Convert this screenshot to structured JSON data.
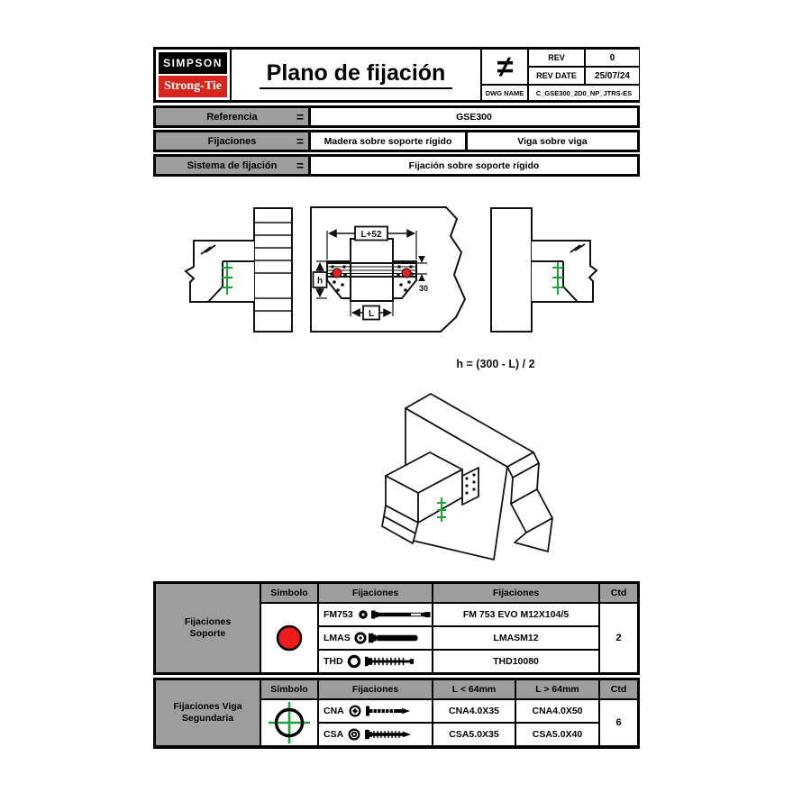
{
  "header": {
    "brand_top": "SIMPSON",
    "brand_bottom": "Strong-Tie",
    "title": "Plano de fijación",
    "symbol": "≠",
    "rev": {
      "label": "REV",
      "value": "0"
    },
    "rev_date": {
      "label": "REV DATE",
      "value": "25/07/24"
    },
    "dwg": {
      "label": "DWG NAME",
      "value": "C_GSE300_2D0_NP_JTRS-ES"
    }
  },
  "reference": {
    "row1": {
      "label": "Referencia",
      "eq": "=",
      "value": "GSE300"
    },
    "row2": {
      "label": "Fijaciones",
      "eq": "=",
      "value1": "Madera sobre soporte rígido",
      "value2": "Viga sobre viga"
    },
    "row3": {
      "label": "Sistema de fijación",
      "eq": "=",
      "value": "Fijación sobre soporte rígido"
    }
  },
  "drawing": {
    "dim_top": "L+52",
    "dim_left": "h",
    "dim_right": "30",
    "dim_bottom": "L",
    "formula": "h = (300 - L) / 2"
  },
  "tables": {
    "support": {
      "group_label": "Fijaciones Soporte",
      "col_symbol": "Símbolo",
      "col_fix1": "Fijaciones",
      "col_fix2": "Fijaciones",
      "col_qty": "Ctd",
      "symbol_icon": "red-filled-circle",
      "rows": [
        {
          "code": "FM753",
          "ref": "FM 753 EVO M12X104/5",
          "icon": "washer-dot-and-bolt"
        },
        {
          "code": "LMAS",
          "ref": "LMASM12",
          "icon": "washer-ring-and-bolt"
        },
        {
          "code": "THD",
          "ref": "THD10080",
          "icon": "washer-ring-and-threaded-screw"
        }
      ],
      "qty": "2"
    },
    "beam": {
      "group_label": "Fijaciones Viga Segundaria",
      "col_symbol": "Símbolo",
      "col_fix": "Fijaciones",
      "col_short": "L < 64mm",
      "col_long": "L > 64mm",
      "col_qty": "Ctd",
      "symbol_icon": "circle-with-green-crosshair",
      "rows": [
        {
          "code": "CNA",
          "short": "CNA4.0X35",
          "long": "CNA4.0X50",
          "icon": "ring-nail"
        },
        {
          "code": "CSA",
          "short": "CSA5.0X35",
          "long": "CSA5.0X40",
          "icon": "countersunk-screw"
        }
      ],
      "qty": "6"
    }
  },
  "colors": {
    "accent_red": "#ee1c1c",
    "marker_green": "#18a437",
    "table_gray": "#9d9d9d",
    "logo_red": "#d6251c"
  }
}
